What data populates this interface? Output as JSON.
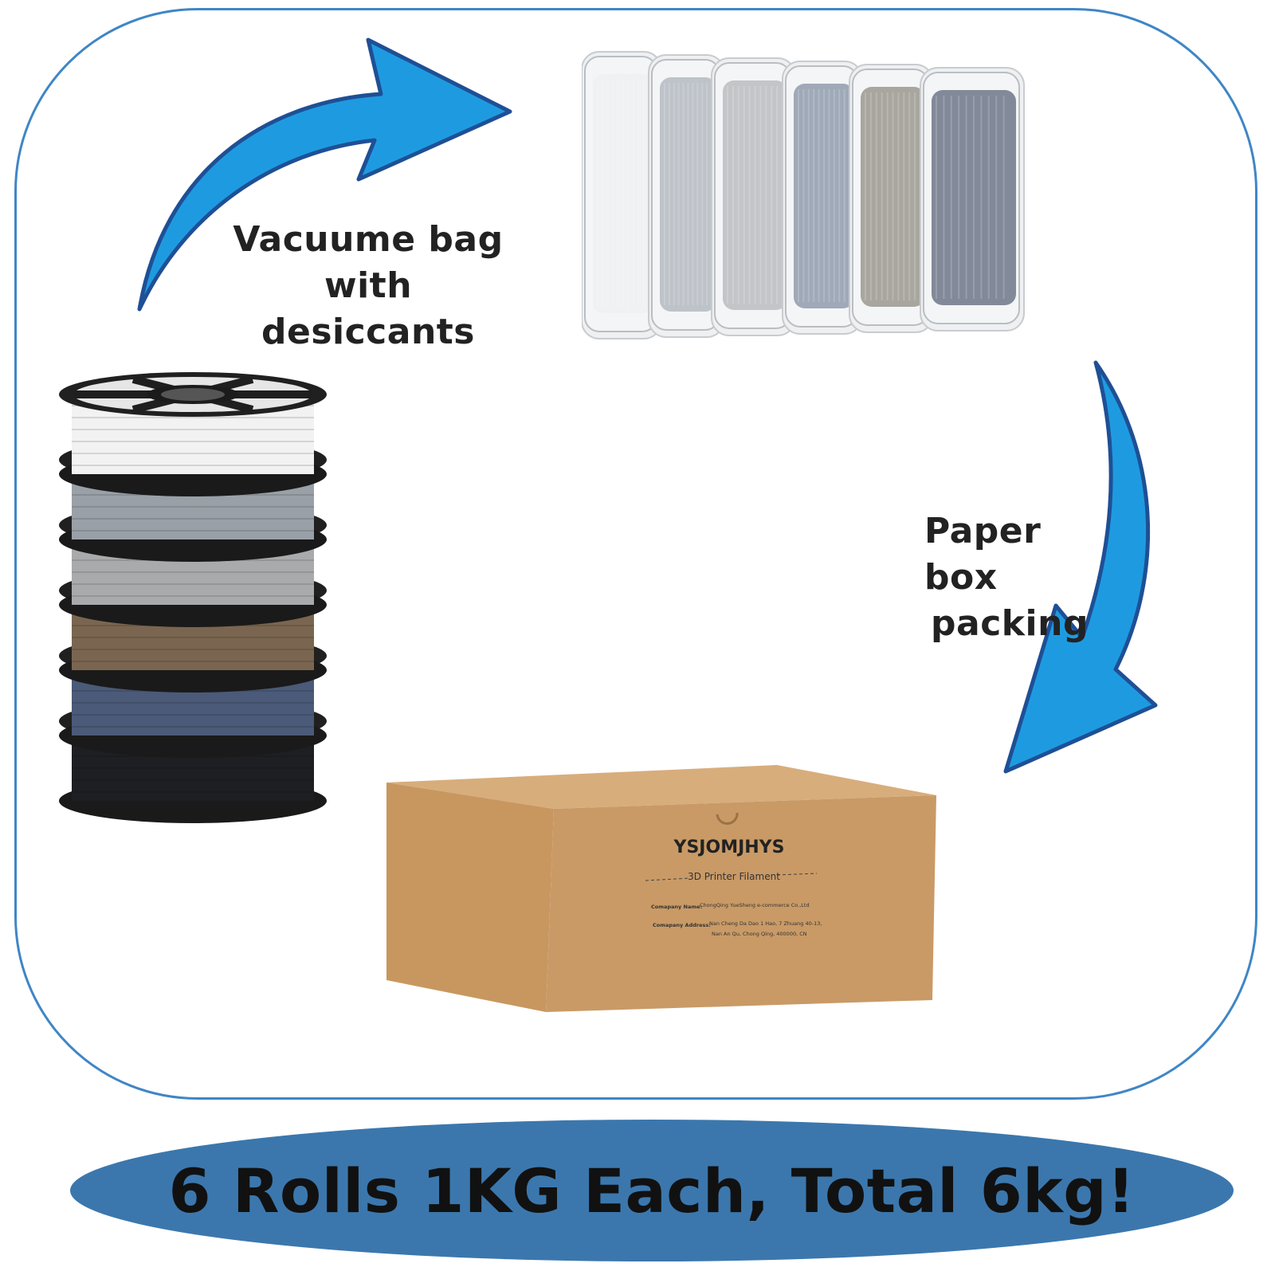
{
  "labels": {
    "vacuum_line1": "Vacuume bag",
    "vacuum_line2": "with desiccants",
    "box_line1": "Paper box",
    "box_line2": "packing"
  },
  "box_print": {
    "brand": "YSJOMJHYS",
    "product": "3D Printer Filament",
    "company_name_label": "Comapany Name:",
    "company_name": "ChongQing YueSheng e-commerce Co.,Ltd",
    "company_address_label": "Comapany Address:",
    "company_address_line1": "Nan Cheng Da Dao 1 Hao, 7 Zhuang 40-13,",
    "company_address_line2": "Nan An Qu, Chong Qing, 400000, CN"
  },
  "banner": {
    "text": "6 Rolls 1KG Each, Total 6kg!"
  },
  "icons": {
    "arrow_top": "curved-arrow-right-icon",
    "arrow_right": "curved-arrow-down-icon"
  },
  "colors": {
    "frame": "#3f86c6",
    "arrow_fill": "#1e9be0",
    "arrow_outline": "#1f4f95",
    "banner": "#3b77ad",
    "cardboard": "#c99a66"
  },
  "spool_colors": [
    "#f2f2f2",
    "#9aa0a7",
    "#a9aaab",
    "#7a6650",
    "#4a5a78",
    "#1d1f23"
  ],
  "bag_colors": [
    "#e8eaec",
    "#9aa3ad",
    "#a3a7ab",
    "#6c7c93",
    "#7c776c",
    "#3f4b63"
  ]
}
